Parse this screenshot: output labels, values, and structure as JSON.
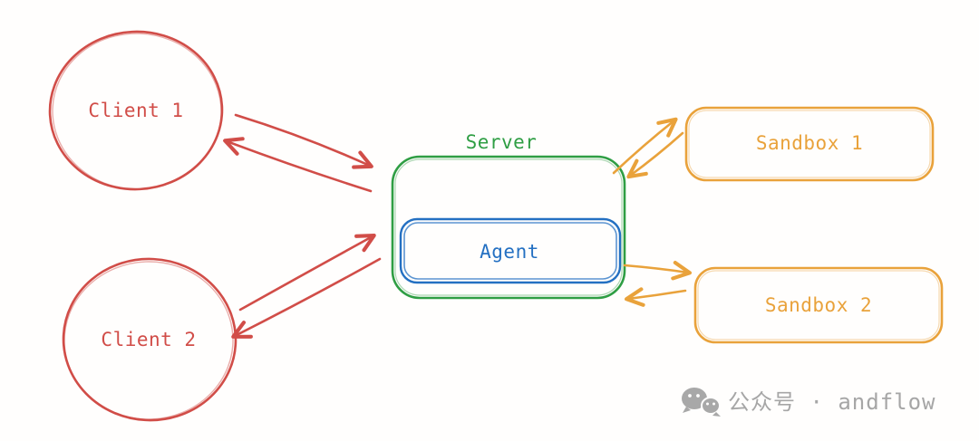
{
  "diagram": {
    "nodes": {
      "client1": {
        "label": "Client 1",
        "shape": "circle"
      },
      "client2": {
        "label": "Client 2",
        "shape": "circle"
      },
      "server": {
        "label": "Server",
        "shape": "rounded-rect"
      },
      "agent": {
        "label": "Agent",
        "shape": "rounded-rect"
      },
      "sandbox1": {
        "label": "Sandbox 1",
        "shape": "rounded-rect"
      },
      "sandbox2": {
        "label": "Sandbox 2",
        "shape": "rounded-rect"
      }
    },
    "edges": [
      {
        "from": "client1",
        "to": "server",
        "bidirectional": true,
        "color": "red"
      },
      {
        "from": "client2",
        "to": "server",
        "bidirectional": true,
        "color": "red"
      },
      {
        "from": "server",
        "to": "sandbox1",
        "bidirectional": true,
        "color": "orange"
      },
      {
        "from": "server",
        "to": "sandbox2",
        "bidirectional": true,
        "color": "orange"
      }
    ],
    "colors": {
      "client": "#d14d48",
      "server": "#2f9e44",
      "agent": "#2470c2",
      "sandbox": "#e9a23b",
      "watermark": "#a6a6a6"
    }
  },
  "watermark": {
    "icon": "wechat-icon",
    "text": "公众号 · andflow"
  }
}
